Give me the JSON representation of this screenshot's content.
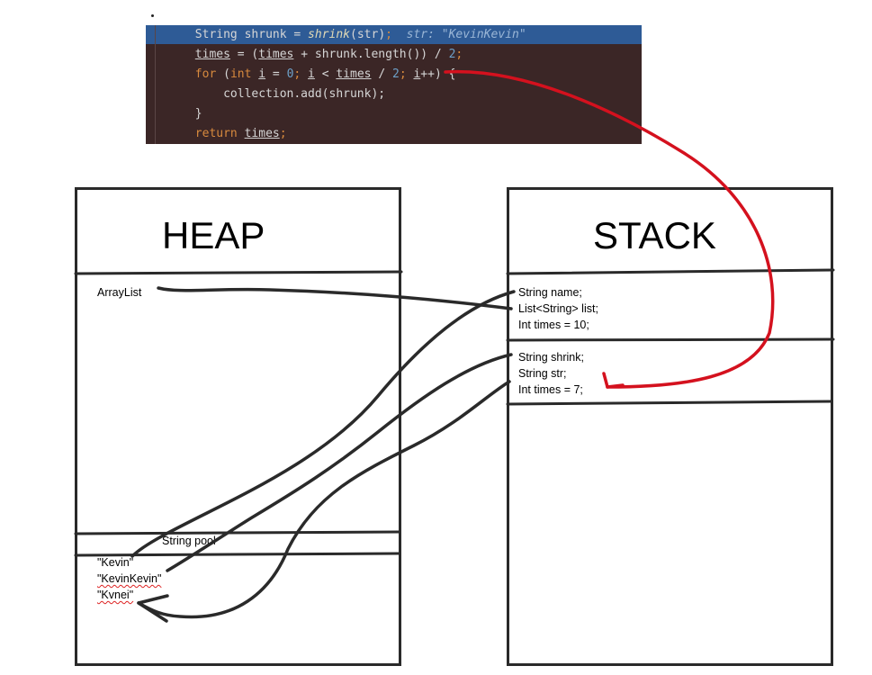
{
  "code": {
    "line1": {
      "var_type": "String",
      "var_name": "shrunk",
      "eq": " = ",
      "fn": "shrink",
      "args": "(str)",
      "semi": ";",
      "hint": "str: \"KevinKevin\""
    },
    "line2": {
      "lhs": "times",
      "eq": " = (",
      "ref": "times",
      "rest": " + shrunk.length()) / ",
      "num": "2",
      "semi": ";"
    },
    "line3": {
      "kw_for": "for",
      "open": " (",
      "kw_int": "int",
      "sp1": " ",
      "var_i": "i",
      "eq": " = ",
      "zero": "0",
      "semi1": "; ",
      "var_i2": "i",
      "lt": " < ",
      "times": "times",
      "div": " / ",
      "two": "2",
      "semi2": "; ",
      "var_i3": "i",
      "inc": "++) {"
    },
    "line4": {
      "text": "collection.add(shrunk);"
    },
    "line5": {
      "text": "}"
    },
    "line6": {
      "kw_return": "return",
      "sp": " ",
      "var": "times",
      "semi": ";"
    }
  },
  "heap": {
    "title": "HEAP",
    "arraylist": "ArrayList",
    "string_pool_label": "String pool",
    "pool_items": [
      "\"Kevin\"",
      "\"KevinKevin\"",
      "\"Kvnei\""
    ]
  },
  "stack": {
    "title": "STACK",
    "frame1": [
      "String name;",
      "List<String>  list;",
      "Int times = 10;"
    ],
    "frame2": [
      "String shrink;",
      "String str;",
      "Int times = 7;"
    ]
  },
  "colors": {
    "ink": "#2a2a2a",
    "accent_arrow": "#d4111e",
    "code_bg": "#3b2626",
    "code_highlight": "#2e5b96"
  }
}
